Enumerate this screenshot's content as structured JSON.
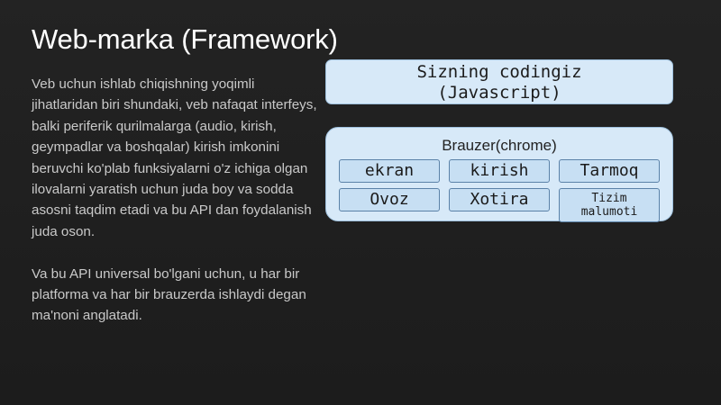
{
  "slide": {
    "title": "Web-marka (Framework)",
    "paragraphs": [
      "Veb uchun ishlab chiqishning yoqimli jihatlaridan biri shundaki, veb nafaqat interfeys, balki periferik qurilmalarga (audio, kirish, geympadlar va boshqalar) kirish imkonini beruvchi ko'plab funksiyalarni o'z ichiga olgan ilovalarni yaratish uchun juda boy va sodda asosni taqdim etadi va bu API dan foydalanish juda oson.",
      "Va bu API universal bo'lgani uchun, u har bir platforma va har bir brauzerda ishlaydi degan ma'noni anglatadi."
    ]
  },
  "diagram": {
    "code_box": {
      "line1": "Sizning codingiz",
      "line2": "(Javascript)"
    },
    "browser_box": {
      "label": "Brauzer(chrome)",
      "items": [
        "ekran",
        "kirish",
        "Tarmoq",
        "Ovoz",
        "Xotira"
      ],
      "system_info": {
        "line1": "Tizim",
        "line2": "malumoti"
      }
    }
  },
  "colors": {
    "background": "#1f1f1f",
    "box_fill": "#d7e9f8",
    "chip_fill": "#c7dff3",
    "chip_border": "#5b82a8",
    "title": "#ffffff",
    "body_text": "#c9c9c9"
  }
}
